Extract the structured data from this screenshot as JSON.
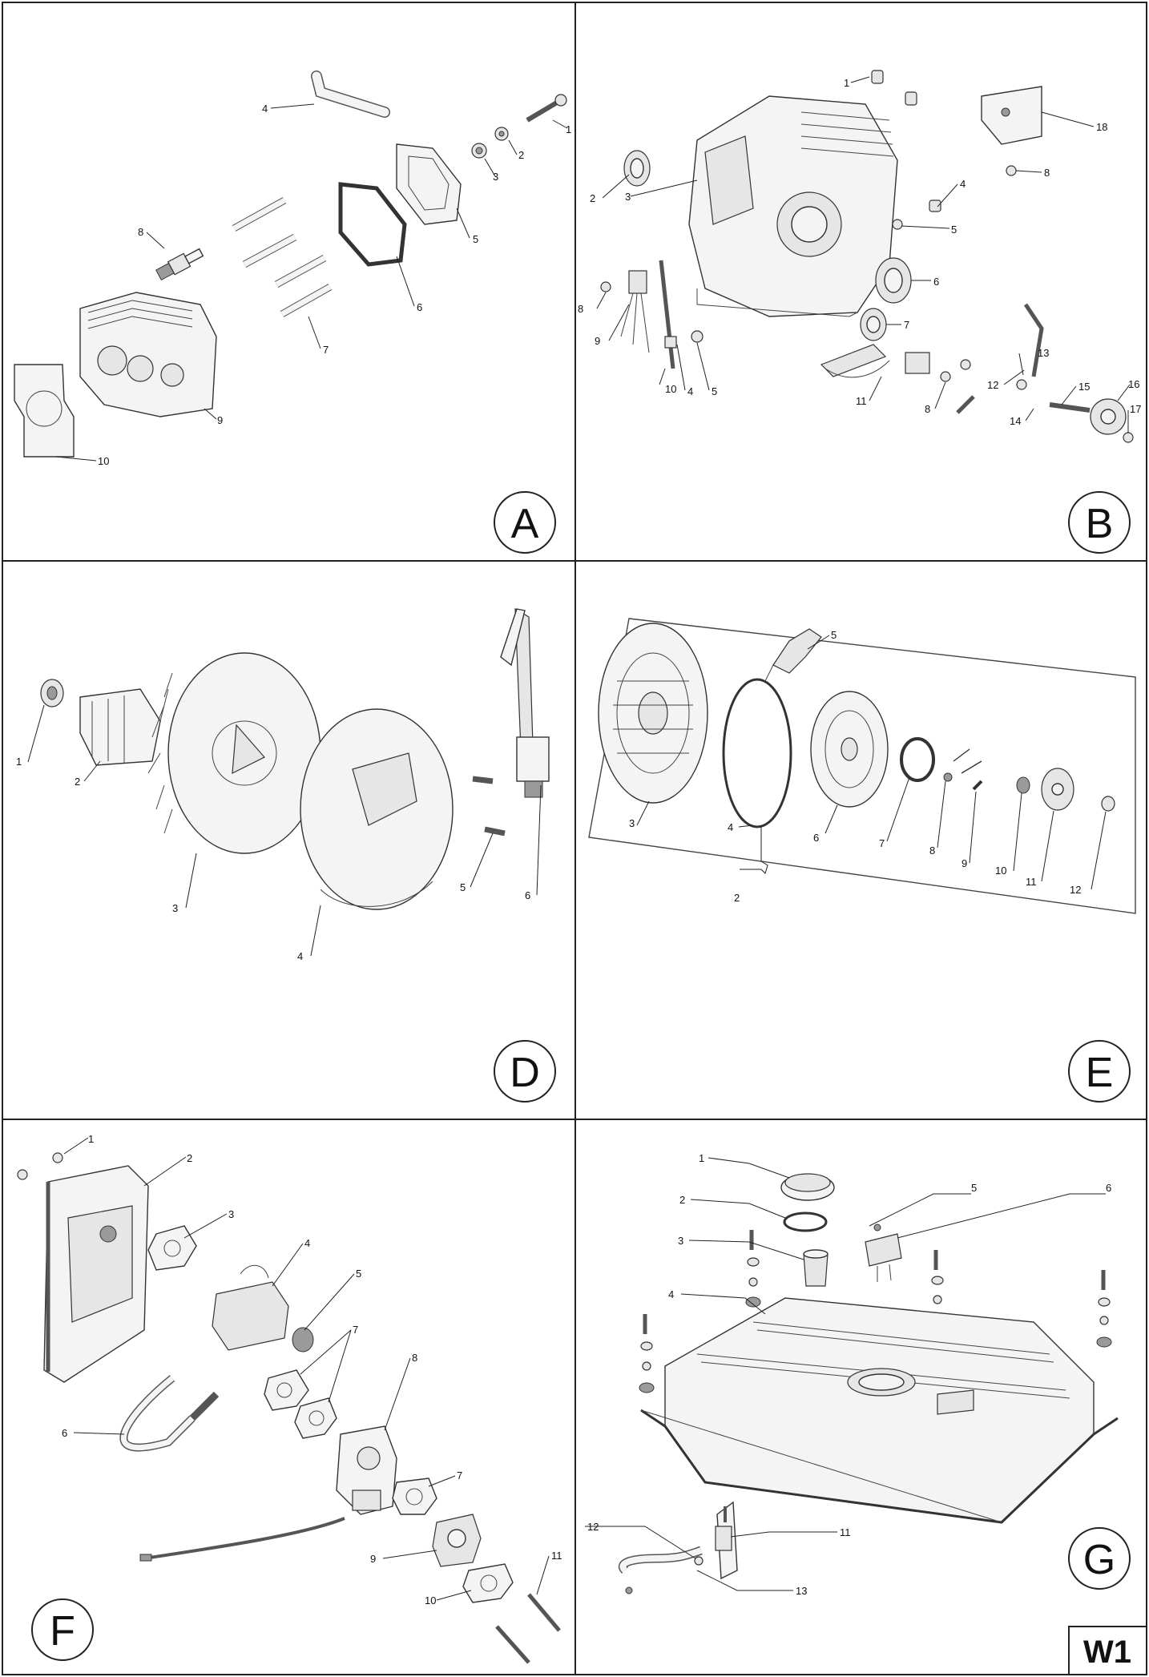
{
  "page_code": "W1",
  "panels": [
    {
      "id": "A",
      "letter": "A",
      "labels": [
        "1",
        "2",
        "3",
        "4",
        "5",
        "6",
        "7",
        "8",
        "9",
        "10"
      ]
    },
    {
      "id": "B",
      "letter": "B",
      "labels": [
        "1",
        "2",
        "3",
        "4",
        "5",
        "6",
        "7",
        "8",
        "8",
        "8",
        "9",
        "10",
        "4",
        "5",
        "11",
        "12",
        "13",
        "14",
        "15",
        "16",
        "17",
        "18"
      ]
    },
    {
      "id": "D",
      "letter": "D",
      "labels": [
        "1",
        "2",
        "3",
        "4",
        "5",
        "6"
      ]
    },
    {
      "id": "E",
      "letter": "E",
      "labels": [
        "2",
        "3",
        "4",
        "5",
        "6",
        "7",
        "8",
        "9",
        "10",
        "11",
        "12"
      ]
    },
    {
      "id": "F",
      "letter": "F",
      "labels": [
        "1",
        "2",
        "3",
        "4",
        "5",
        "6",
        "7",
        "7",
        "8",
        "9",
        "10",
        "11"
      ]
    },
    {
      "id": "G",
      "letter": "G",
      "labels": [
        "1",
        "2",
        "3",
        "4",
        "5",
        "6",
        "11",
        "12",
        "13"
      ]
    }
  ]
}
